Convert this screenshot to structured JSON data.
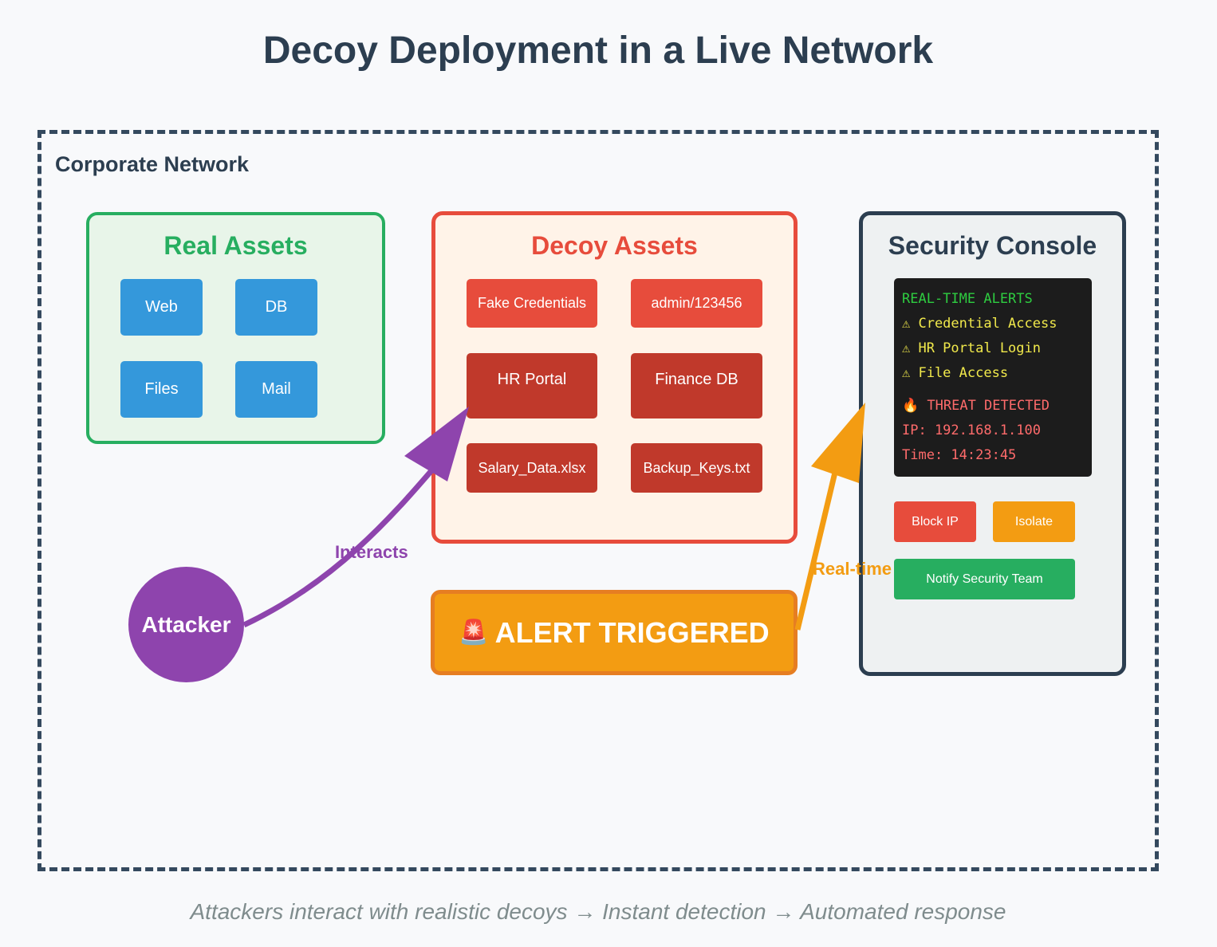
{
  "title": "Decoy Deployment in a Live Network",
  "network": {
    "label": "Corporate Network"
  },
  "real_assets": {
    "title": "Real Assets",
    "items": [
      "Web",
      "DB",
      "Files",
      "Mail"
    ]
  },
  "decoy_assets": {
    "title": "Decoy Assets",
    "items": [
      "Fake Credentials",
      "admin/123456",
      "HR Portal",
      "Finance DB",
      "Salary_Data.xlsx",
      "Backup_Keys.txt"
    ]
  },
  "console": {
    "title": "Security Console",
    "terminal": {
      "header": "REAL-TIME ALERTS",
      "alerts": [
        "⚠ Credential Access",
        "⚠ HR Portal Login",
        "⚠ File Access"
      ],
      "threat": "🔥 THREAT DETECTED",
      "ip": "IP: 192.168.1.100",
      "time": "Time: 14:23:45"
    },
    "buttons": {
      "block": "Block IP",
      "isolate": "Isolate",
      "notify": "Notify Security Team"
    }
  },
  "attacker": "Attacker",
  "alert": {
    "icon": "🚨",
    "text": "ALERT TRIGGERED"
  },
  "arrows": {
    "interacts": "Interacts",
    "realtime": "Real-time"
  },
  "caption": "Attackers interact with realistic decoys → Instant detection → Automated response",
  "colors": {
    "real": "#27ae60",
    "decoy": "#e74c3c",
    "console": "#2c3e50",
    "attacker": "#8e44ad",
    "alert": "#f39c12",
    "asset": "#3498db"
  }
}
